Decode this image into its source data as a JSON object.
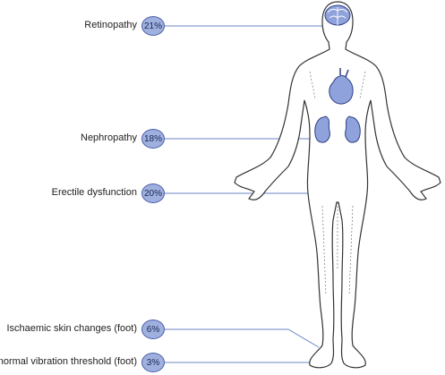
{
  "complications": [
    {
      "label": "Retinopathy",
      "percent": "21%"
    },
    {
      "label": "Nephropathy",
      "percent": "18%"
    },
    {
      "label": "Erectile dysfunction",
      "percent": "20%"
    },
    {
      "label": "Ischaemic skin changes (foot)",
      "percent": "6%"
    },
    {
      "label": "Abnormal vibration threshold (foot)",
      "percent": "3%"
    }
  ],
  "colors": {
    "badge_fill": "#9fb0df",
    "badge_stroke": "#4a5ea8",
    "leader_line": "#6d86c4",
    "organ_fill": "#8fa2db",
    "body_outline": "#333333"
  }
}
